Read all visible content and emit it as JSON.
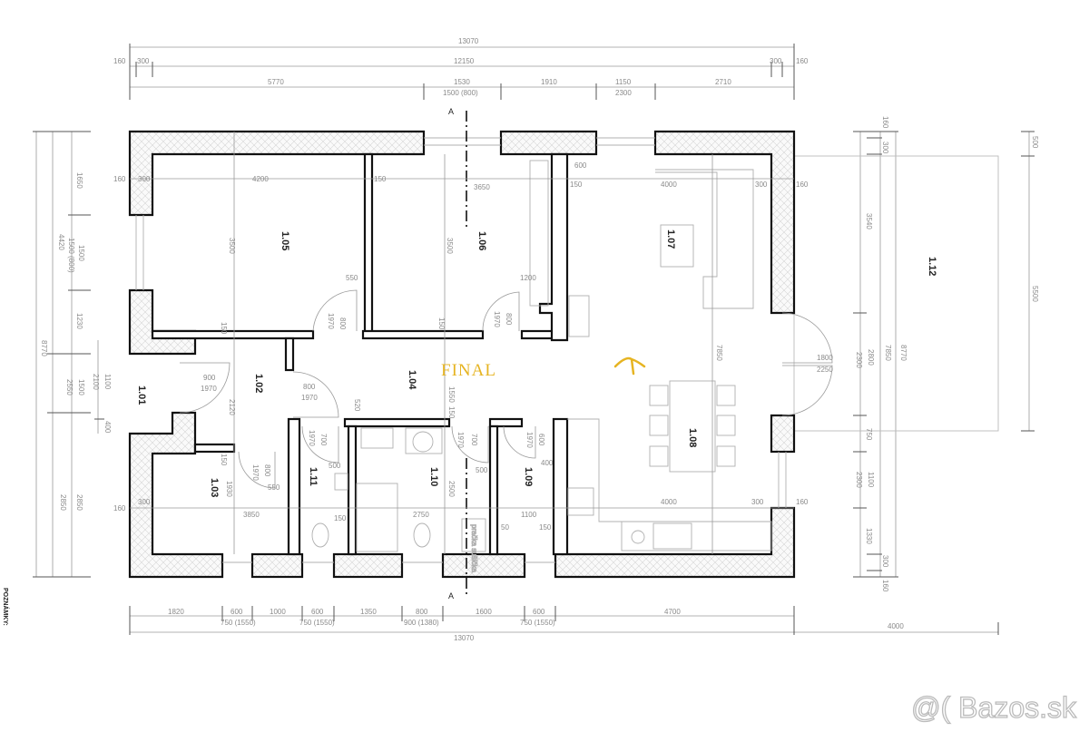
{
  "plan": {
    "rooms": [
      "1.01",
      "1.02",
      "1.03",
      "1.04",
      "1.05",
      "1.06",
      "1.07",
      "1.08",
      "1.09",
      "1.10",
      "1.11",
      "1.12"
    ],
    "stamp": "FINAL",
    "section_mark": "A",
    "notes_label": "POZNÁMKY:",
    "appliance_label": "pračka sušička",
    "dims_top": [
      "13070",
      "160",
      "300",
      "12150",
      "300",
      "160",
      "5770",
      "1530",
      "1500 (800)",
      "1910",
      "1150",
      "2300",
      "2710"
    ],
    "dims_bottom": [
      "1820",
      "600",
      "1000",
      "600",
      "1350",
      "800",
      "1600",
      "600",
      "4700",
      "750 (1550)",
      "750 (1550)",
      "900 (1380)",
      "750 (1550)",
      "13070",
      "4000"
    ],
    "dims_left": [
      "1650",
      "1500",
      "1500 (800)",
      "4420",
      "1230",
      "8770",
      "1100",
      "2100",
      "2550",
      "1500",
      "400",
      "2850",
      "2850"
    ],
    "dims_right": [
      "160",
      "300",
      "3540",
      "2800",
      "2300",
      "750",
      "7850",
      "8770",
      "1100",
      "2300",
      "1330",
      "300",
      "160",
      "500",
      "5500"
    ],
    "dims_interior": [
      "160",
      "300",
      "4200",
      "3500",
      "150",
      "550",
      "800",
      "1970",
      "150",
      "3650",
      "3500",
      "150",
      "800",
      "1970",
      "1200",
      "600",
      "150",
      "4000",
      "300",
      "160",
      "900",
      "1970",
      "2120",
      "800",
      "1970",
      "520",
      "1550",
      "150",
      "150",
      "800",
      "1970",
      "550",
      "1930",
      "3850",
      "1970",
      "700",
      "500",
      "150",
      "2750",
      "2500",
      "1970",
      "700",
      "500",
      "1970",
      "600",
      "400",
      "1100",
      "150",
      "50",
      "7850",
      "1800",
      "2250",
      "4000",
      "300",
      "160",
      "160",
      "300"
    ]
  },
  "watermark": "@( Bazos.sk",
  "colors": {
    "stamp": "#e6b422",
    "wall": "#111111",
    "dimension": "#8a8a8a"
  }
}
